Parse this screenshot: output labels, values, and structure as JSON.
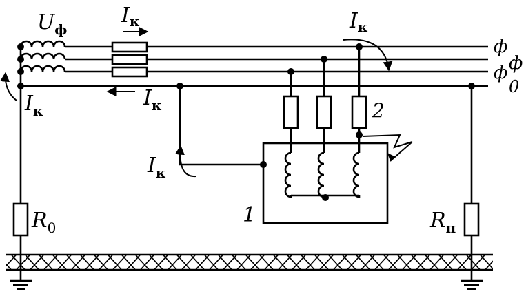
{
  "labels": {
    "source_voltage": {
      "main": "U",
      "sub": "ф"
    },
    "current_top": {
      "main": "I",
      "sub": "к"
    },
    "current_return": {
      "main": "I",
      "sub": "к"
    },
    "current_left": {
      "main": "I",
      "sub": "к"
    },
    "current_fault": {
      "main": "I",
      "sub": "к"
    },
    "current_loop": {
      "main": "I",
      "sub": "к"
    },
    "phase_1": "ф",
    "phase_2": "ф",
    "phase_3": "ф",
    "neutral": "0",
    "resistor_source": {
      "main": "R",
      "sub": "0"
    },
    "resistor_repeat": {
      "main": "R",
      "sub": "п"
    },
    "equipment_number": "1",
    "fuse_number": "2"
  }
}
